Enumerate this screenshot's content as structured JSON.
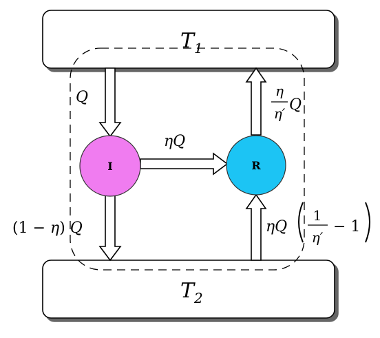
{
  "reservoirs": {
    "hot": {
      "symbol": "T",
      "subscript": "1"
    },
    "cold": {
      "symbol": "T",
      "subscript": "2"
    }
  },
  "nodes": {
    "engine": {
      "label": "I",
      "color": "#f07cf0"
    },
    "refrigerator": {
      "label": "R",
      "color": "#1cc4f4"
    }
  },
  "flows": {
    "heat_in": {
      "label": "Q"
    },
    "work": {
      "label": "ηQ"
    },
    "heat_out": {
      "paren_open": "(1 − ",
      "eta": "η",
      "paren_close": ")",
      "q": " Q"
    },
    "ref_out": {
      "numerator": "η",
      "denominator": "η′",
      "q": "Q"
    },
    "ref_in": {
      "prefix": "ηQ",
      "numerator": "1",
      "denominator": "η′",
      "minus_one": "− 1"
    }
  }
}
